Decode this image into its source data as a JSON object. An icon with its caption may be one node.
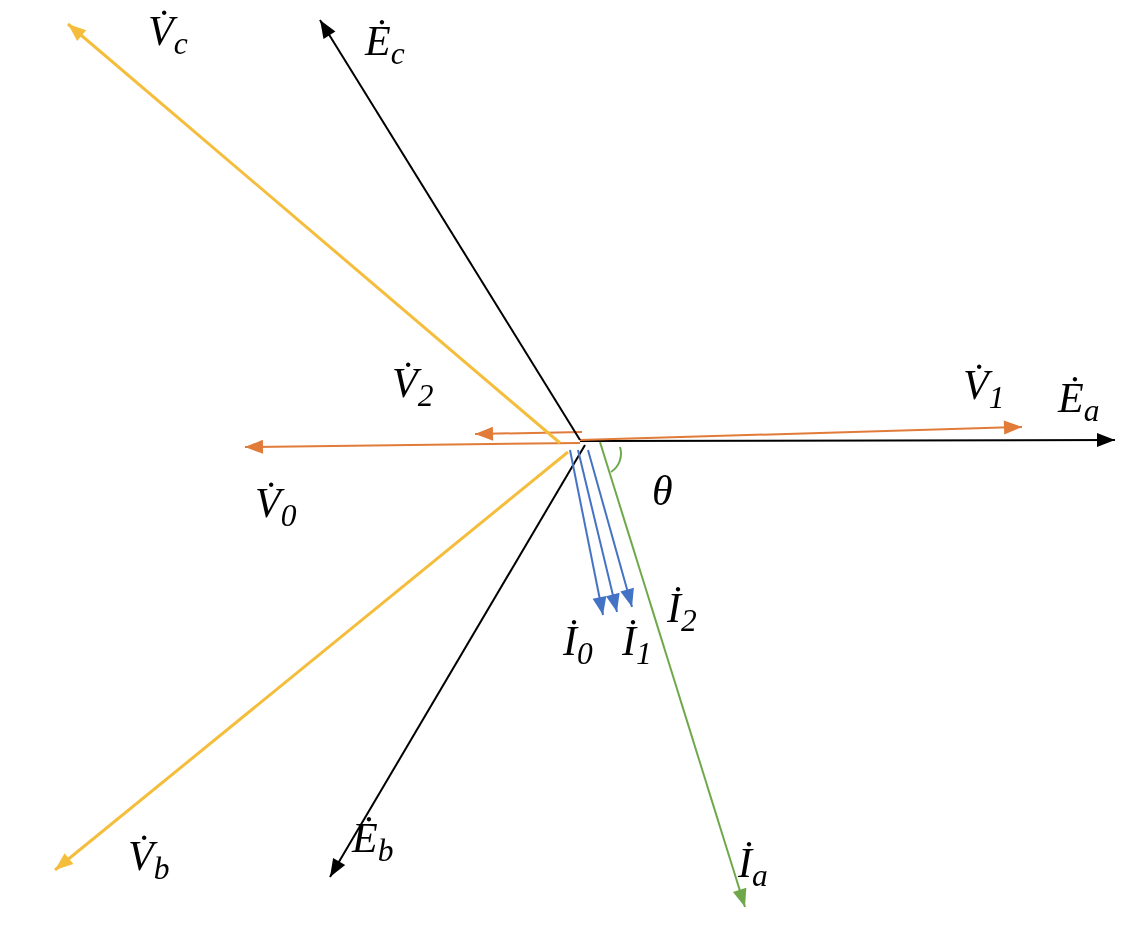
{
  "diagram": {
    "labels": [
      "V̇$_{c}$",
      "Ė$_{c}$",
      "V̇$_{2}$",
      "V̇$_{1}$",
      "Ė$_{a}$",
      "V̇$_{0}$",
      "θ",
      "İ$_{2}$",
      "İ$_{0}$",
      "İ$_{1}$",
      "V̇$_{b}$",
      "Ė$_{b}$",
      "İ$_{a}$"
    ]
  }
}
